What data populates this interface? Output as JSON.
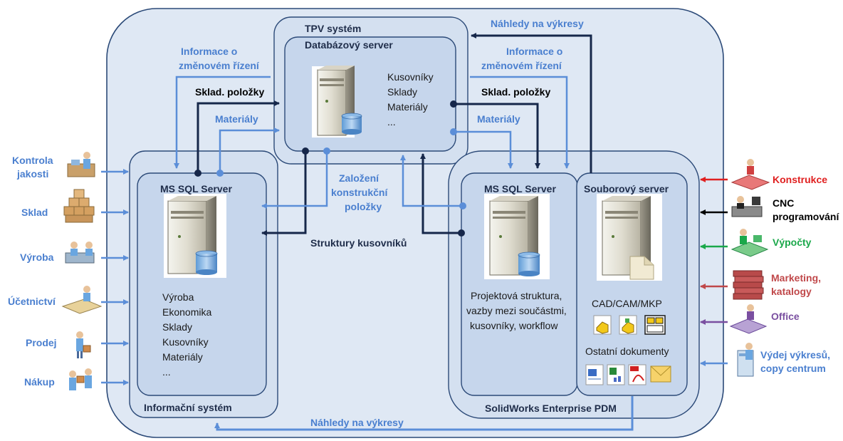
{
  "colors": {
    "outer_bg": "#dfe8f4",
    "panel_bg": "#d4e0f0",
    "inner_bg": "#c6d6ec",
    "border": "#2c4a78",
    "blue_arrow": "#5b8ed8",
    "dark_arrow": "#16274a",
    "konstrukce": "#e02020",
    "vypocty": "#1aa84a",
    "marketing": "#c0484a",
    "office": "#7a4fa0"
  },
  "tpv": {
    "title": "TPV systém",
    "server_title": "Databázový  server",
    "items": [
      "Kusovníky",
      "Sklady",
      "Materiály",
      "..."
    ]
  },
  "is": {
    "server_title": "MS SQL Server",
    "items": [
      "Výroba",
      "Ekonomika",
      "Sklady",
      "Kusovníky",
      "Materiály",
      "..."
    ],
    "footer": "Informační systém"
  },
  "pdm": {
    "sql_title": "MS SQL Server",
    "sql_items": [
      "Projektová struktura,",
      "vazby mezi součástmi,",
      "kusovníky, workflow"
    ],
    "file_title": "Souborový server",
    "cad_label": "CAD/CAM/MKP",
    "other_docs": "Ostatní dokumenty",
    "footer": "SolidWorks  Enterprise  PDM"
  },
  "flows": {
    "nahledy_top": "Náhledy na výkresy",
    "nahledy_bottom": "Náhledy na výkresy",
    "info_left": [
      "Informace o",
      "změnovém řízení"
    ],
    "info_right": [
      "Informace o",
      "změnovém řízení"
    ],
    "sklad_left": "Sklad. položky",
    "sklad_right": "Sklad. položky",
    "materialy_left": "Materiály",
    "materialy_right": "Materiály",
    "zalozeni": [
      "Založení",
      "konstrukční",
      "položky"
    ],
    "struktury": "Struktury kusovníků"
  },
  "left_actors": [
    {
      "label": [
        "Kontrola",
        "jakosti"
      ]
    },
    {
      "label": [
        "Sklad"
      ]
    },
    {
      "label": [
        "Výroba"
      ]
    },
    {
      "label": [
        "Účetnictví"
      ]
    },
    {
      "label": [
        "Prodej"
      ]
    },
    {
      "label": [
        "Nákup"
      ]
    }
  ],
  "right_actors": [
    {
      "label": [
        "Konstrukce"
      ],
      "color": "#e02020"
    },
    {
      "label": [
        "CNC",
        "programování"
      ],
      "color": "#000000"
    },
    {
      "label": [
        "Výpočty"
      ],
      "color": "#1aa84a"
    },
    {
      "label": [
        "Marketing,",
        "katalogy"
      ],
      "color": "#c0484a"
    },
    {
      "label": [
        "Office"
      ],
      "color": "#7a4fa0"
    },
    {
      "label": [
        "Výdej výkresů,",
        "copy centrum"
      ],
      "color": "#4a7fcf"
    }
  ]
}
